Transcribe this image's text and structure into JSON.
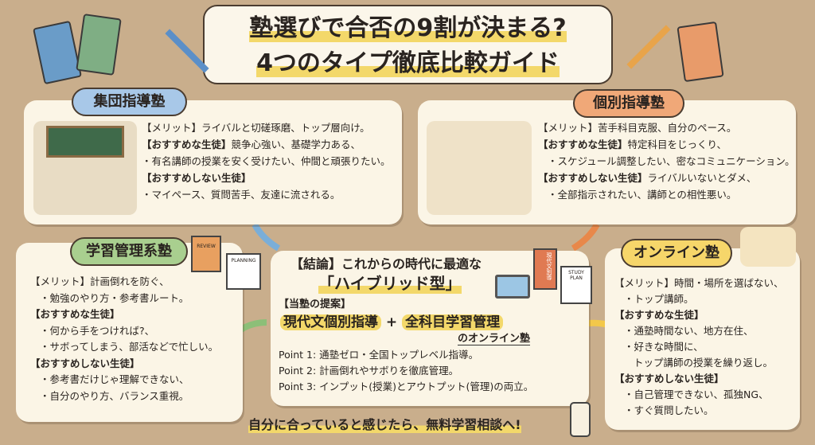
{
  "title": {
    "line1": "塾選びで合否の9割が決まる?",
    "line2": "4つのタイプ徹底比較ガイド"
  },
  "colors": {
    "background": "#c9ae8c",
    "card": "#fbf5e6",
    "blue": "#a8c8e8",
    "orange": "#f0a878",
    "green": "#a9cf8f",
    "yellow": "#f6d66a"
  },
  "group": {
    "label": "集団指導塾",
    "merit": "【メリット】ライバルと切磋琢磨、トップ層向け。",
    "rec_h": "【おすすめな生徒】",
    "rec": "競争心強い、基礎学力ある、",
    "rec2": "・有名講師の授業を安く受けたい、仲間と頑張りたい。",
    "norec_h": "【おすすめしない生徒】",
    "norec": "・マイペース、質問苦手、友達に流される。"
  },
  "individual": {
    "label": "個別指導塾",
    "merit": "【メリット】苦手科目克服、自分のペース。",
    "rec_h": "【おすすめな生徒】",
    "rec": "特定科目をじっくり、",
    "rec2": "・スケジュール調整したい、密なコミュニケーション。",
    "norec_h": "【おすすめしない生徒】",
    "norec": "ライバルいないとダメ、",
    "norec2": "・全部指示されたい、講師との相性悪い。"
  },
  "management": {
    "label": "学習管理系塾",
    "merit": "【メリット】計画倒れを防ぐ、",
    "merit2": "・勉強のやり方・参考書ルート。",
    "rec_h": "【おすすめな生徒】",
    "rec1": "・何から手をつければ?、",
    "rec2": "・サボってしまう、部活などで忙しい。",
    "norec_h": "【おすすめしない生徒】",
    "norec1": "・参考書だけじゃ理解できない、",
    "norec2": "・自分のやり方、バランス重視。",
    "ill1": "REVIEW",
    "ill2": "PLANNING"
  },
  "online": {
    "label": "オンライン塾",
    "merit": "【メリット】時間・場所を選ばない、",
    "merit2": "・トップ講師。",
    "rec_h": "【おすすめな生徒】",
    "rec1": "・通塾時間ない、地方在住、",
    "rec2": "・好きな時間に、",
    "rec3": "トップ講師の授業を繰り返し。",
    "norec_h": "【おすすめしない生徒】",
    "norec1": "・自己管理できない、孤独NG、",
    "norec2": "・すぐ質問したい。"
  },
  "conclusion": {
    "heading": "【結論】これからの時代に最適な",
    "type": "「ハイブリッド型」",
    "proposal_h": "【当塾の提案】",
    "p1": "現代文個別指導",
    "plus": "+",
    "p2": "全科目学習管理",
    "suffix": "のオンライン塾",
    "points": [
      "Point 1: 通塾ゼロ・全国トップレベル指導。",
      "Point 2: 計画倒れやサボりを徹底管理。",
      "Point 3: インプット(授業)とアウトプット(管理)の両立。"
    ],
    "book": "現代文別導",
    "plan": "STUDY PLAN"
  },
  "footer": "自分に合っていると感じたら、無料学習相談へ!"
}
